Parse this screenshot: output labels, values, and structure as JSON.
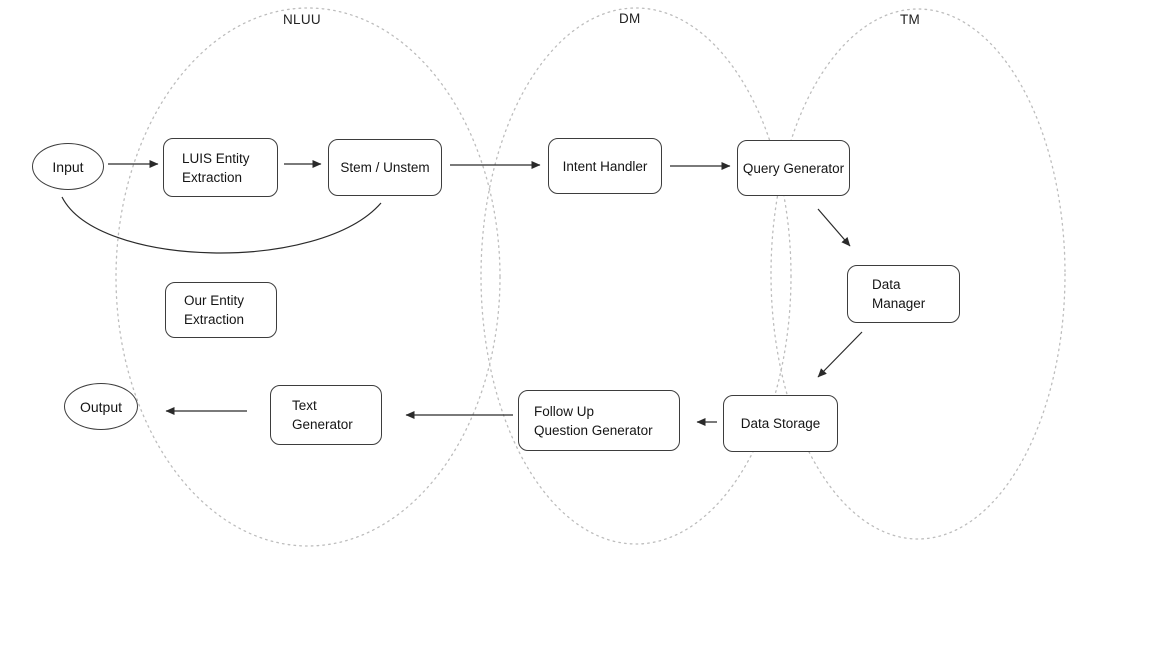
{
  "diagram": {
    "title_hint": "chatbot-pipeline-architecture",
    "colors": {
      "background": "#ffffff",
      "box_border": "#3d3d3d",
      "arrow": "#2a2a2a",
      "region_outline": "#bdbdbd",
      "text": "#151515"
    },
    "regions": [
      {
        "id": "nluu",
        "label": "NLUU"
      },
      {
        "id": "dm",
        "label": "DM"
      },
      {
        "id": "tm",
        "label": "TM"
      }
    ],
    "nodes": {
      "input": {
        "label": "Input",
        "shape": "ellipse"
      },
      "luis_entity_extraction": {
        "label": "LUIS Entity\nExtraction",
        "shape": "rounded-rect"
      },
      "stem_unstem": {
        "label": "Stem / Unstem",
        "shape": "rounded-rect"
      },
      "intent_handler": {
        "label": "Intent Handler",
        "shape": "rounded-rect"
      },
      "query_generator": {
        "label": "Query Generator",
        "shape": "rounded-rect"
      },
      "data_manager": {
        "label": "Data\nManager",
        "shape": "rounded-rect"
      },
      "data_storage": {
        "label": "Data Storage",
        "shape": "rounded-rect"
      },
      "follow_up_question_generator": {
        "label": "Follow Up\nQuestion Generator",
        "shape": "rounded-rect"
      },
      "text_generator": {
        "label": "Text\nGenerator",
        "shape": "rounded-rect"
      },
      "our_entity_extraction": {
        "label": "Our Entity\nExtraction",
        "shape": "rounded-rect"
      },
      "output": {
        "label": "Output",
        "shape": "ellipse"
      }
    },
    "edges": [
      {
        "from": "input",
        "to": "luis_entity_extraction",
        "style": "arrow"
      },
      {
        "from": "luis_entity_extraction",
        "to": "stem_unstem",
        "style": "arrow"
      },
      {
        "from": "stem_unstem",
        "to": "intent_handler",
        "style": "arrow"
      },
      {
        "from": "intent_handler",
        "to": "query_generator",
        "style": "arrow"
      },
      {
        "from": "query_generator",
        "to": "data_manager",
        "style": "arrow"
      },
      {
        "from": "data_manager",
        "to": "data_storage",
        "style": "arrow"
      },
      {
        "from": "data_storage",
        "to": "follow_up_question_generator",
        "style": "arrow"
      },
      {
        "from": "follow_up_question_generator",
        "to": "text_generator",
        "style": "arrow"
      },
      {
        "from": "text_generator",
        "to": "output",
        "style": "arrow"
      },
      {
        "from": "input",
        "to": "stem_unstem",
        "style": "curve-no-arrow"
      }
    ]
  }
}
